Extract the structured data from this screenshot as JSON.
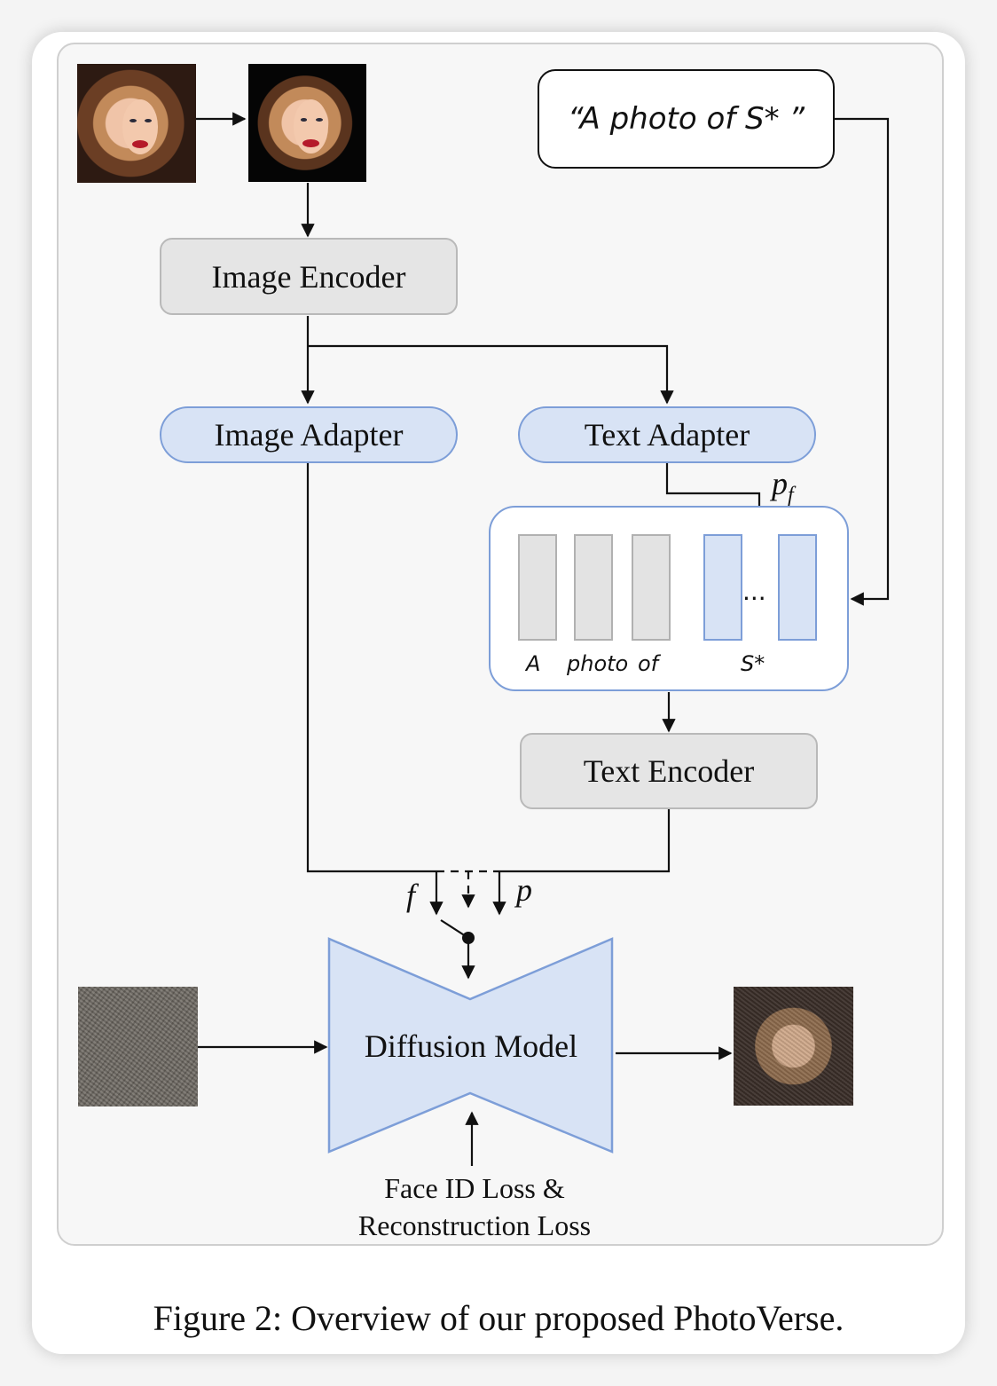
{
  "blocks": {
    "image_encoder": "Image Encoder",
    "image_adapter": "Image Adapter",
    "text_adapter": "Text Adapter",
    "text_encoder": "Text Encoder",
    "diffusion_model": "Diffusion Model"
  },
  "prompt": "“A photo of S* ”",
  "tokens": {
    "labels": [
      "A",
      "photo",
      "of"
    ],
    "special": "S*",
    "ellipsis": "..."
  },
  "symbols": {
    "pf": "p",
    "pf_sub": "f",
    "f": "f",
    "p": "p"
  },
  "loss": {
    "line1": "Face ID Loss &",
    "line2": "Reconstruction Loss"
  },
  "caption": "Figure 2: Overview of our proposed PhotoVerse.",
  "colors": {
    "encoder_fill": "#e5e5e5",
    "adapter_fill": "#d8e3f5",
    "adapter_border": "#7d9ed8"
  }
}
